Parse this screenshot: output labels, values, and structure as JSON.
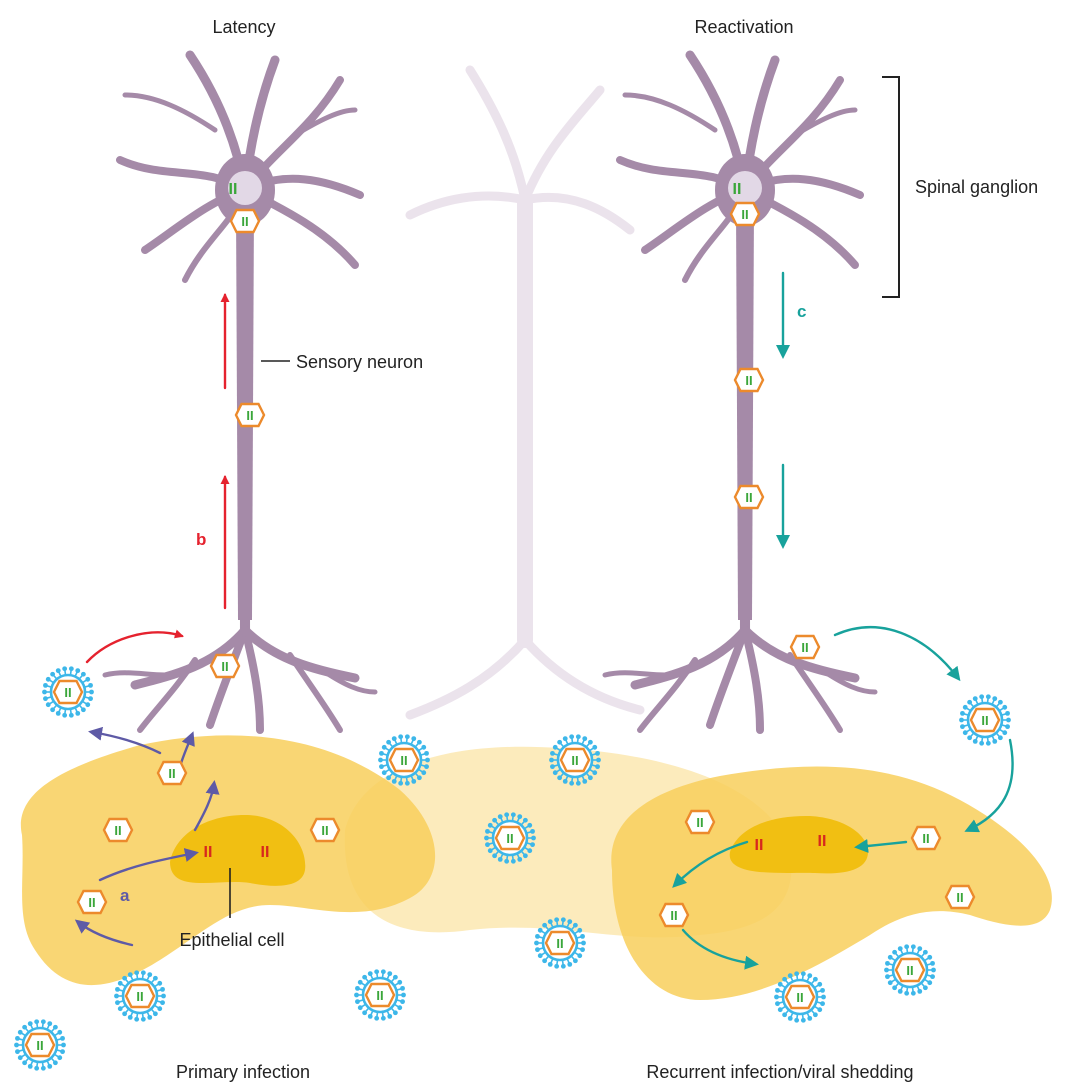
{
  "labels": {
    "latency": "Latency",
    "reactivation": "Reactivation",
    "spinal_ganglion": "Spinal ganglion",
    "sensory_neuron": "Sensory neuron",
    "epithelial_cell": "Epithelial cell",
    "primary_infection": "Primary infection",
    "recurrent_infection": "Recurrent infection/viral shedding"
  },
  "step_labels": {
    "a": "a",
    "b": "b",
    "c": "c"
  },
  "genome_symbol": "II",
  "colors": {
    "neuron": "#a58aa8",
    "neuron_nucleus": "#e2d8e6",
    "cell_light": "#fbe3a0",
    "cell": "#f8cf5c",
    "cell_nucleus": "#f1bf12",
    "capsid": "#ec8a2c",
    "genome_latent": "#3aa63a",
    "genome_active": "#d7281e",
    "envelope": "#3db7e9",
    "arrow_red": "#e5222e",
    "arrow_teal": "#18a29c",
    "arrow_purple": "#5e5aa6",
    "watermark": "#ece8ec"
  }
}
